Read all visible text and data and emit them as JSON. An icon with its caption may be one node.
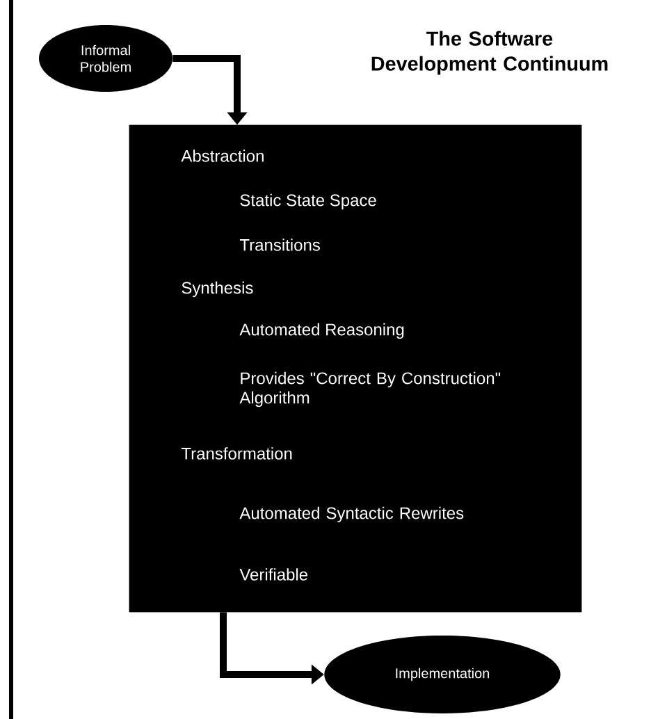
{
  "diagram": {
    "title": "The Software Development Continuum",
    "nodes": [
      {
        "text": [
          "Informal Problem"
        ]
      },
      {
        "text": [
          "Abstraction",
          "Static State Space",
          "Transitions",
          "Synthesis",
          "Automated Reasoning",
          "Provides \"Correct By Construction\" Algorithm",
          "Transformation",
          "Automated Syntactic Rewrites",
          "Verifiable"
        ]
      },
      {
        "text": [
          "Implementation"
        ]
      }
    ],
    "edges": [
      {
        "from": 0,
        "to": 1,
        "arrow": "to"
      },
      {
        "from": 1,
        "to": 2,
        "arrow": "to"
      }
    ]
  }
}
